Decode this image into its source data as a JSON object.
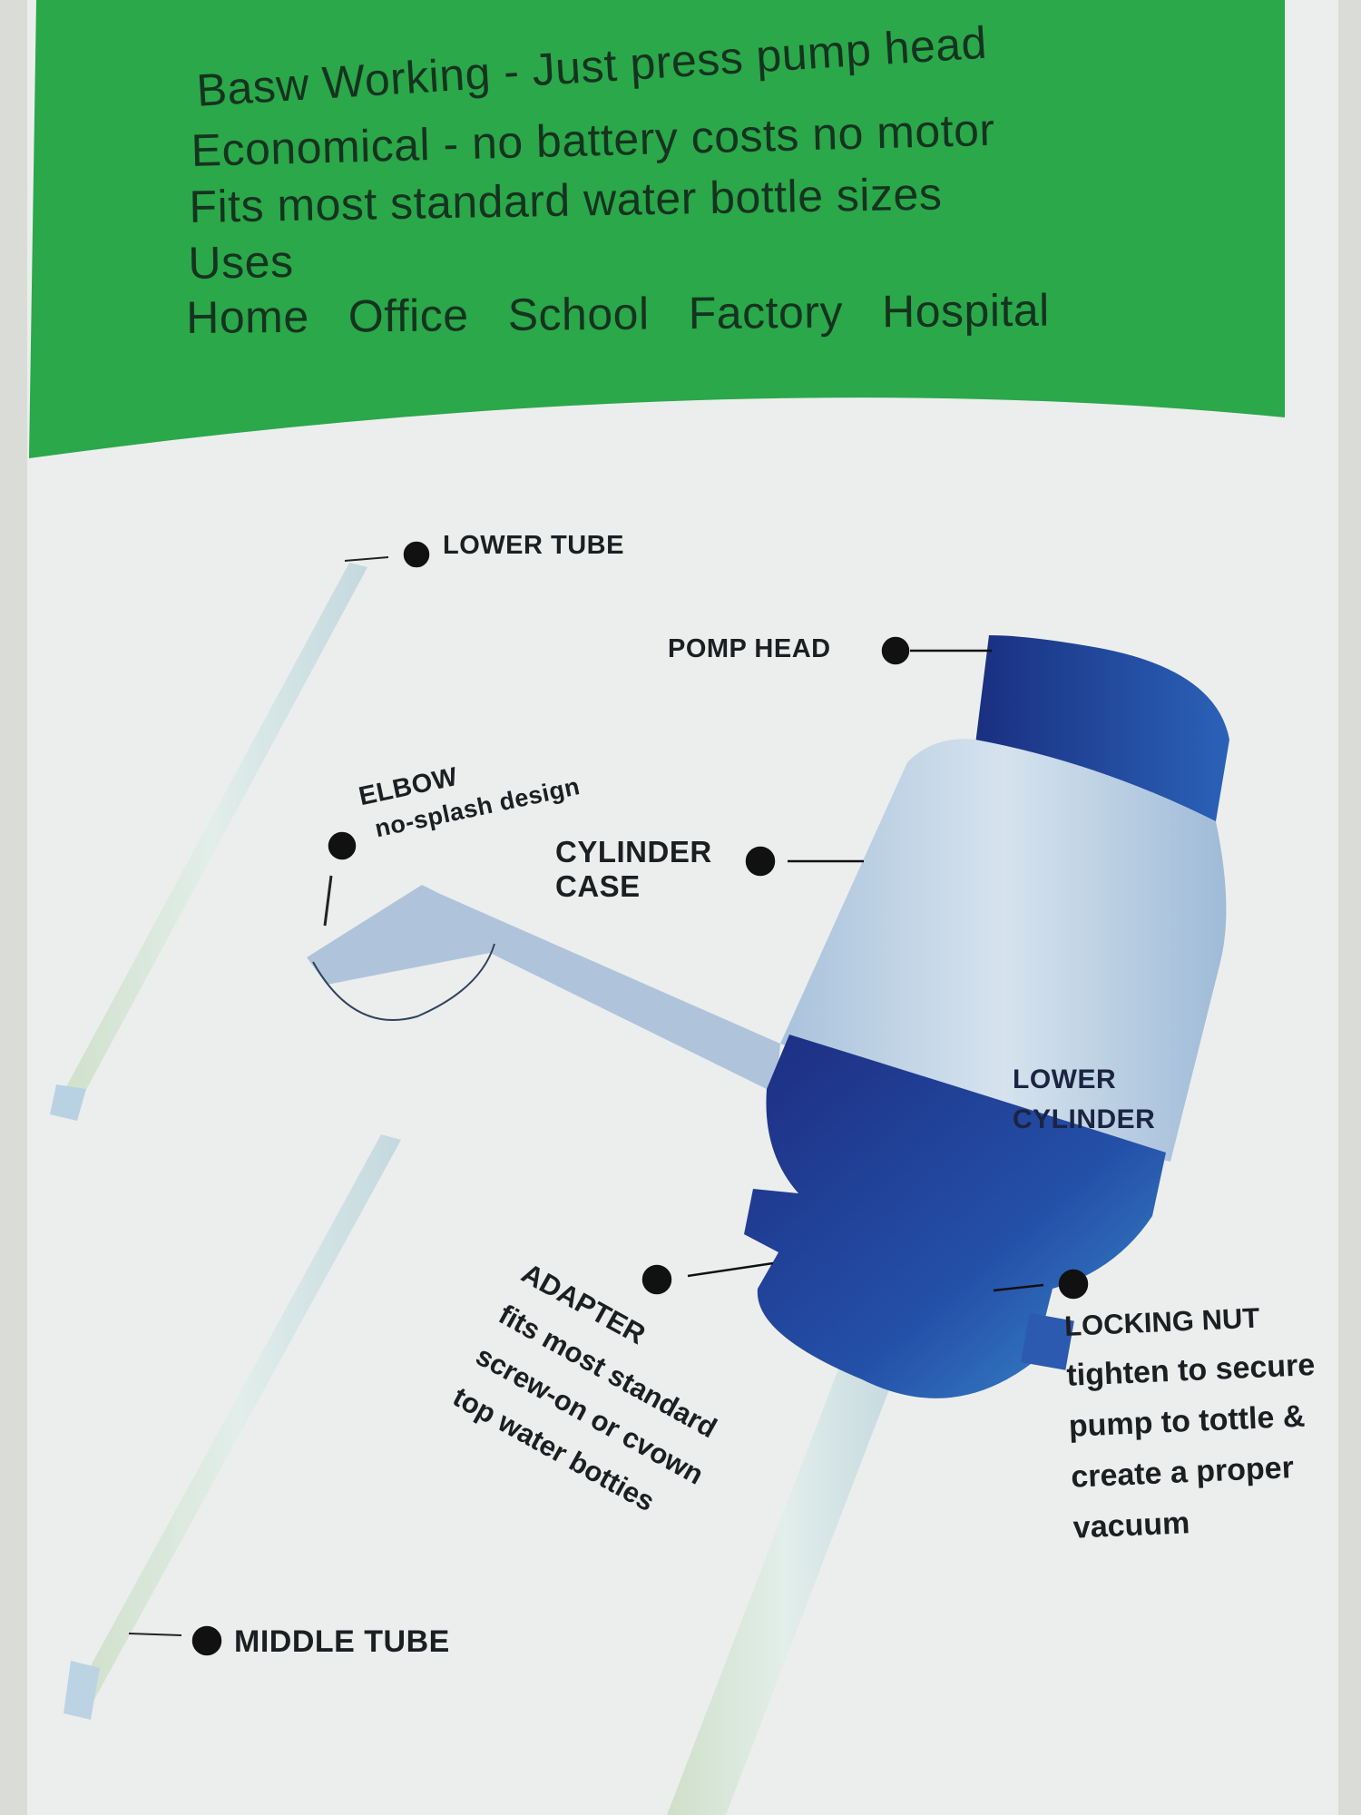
{
  "header": {
    "lines": [
      "Basw Working - Just press pump head",
      "Economical - no battery costs no motor",
      "Fits most standard water bottle sizes",
      "Uses"
    ],
    "uses": [
      "Home",
      "Office",
      "School",
      "Factory",
      "Hospital"
    ]
  },
  "labels": {
    "lower_tube": "LOWER TUBE",
    "pomp_head": "POMP HEAD",
    "elbow": "ELBOW",
    "elbow_desc": "no-splash design",
    "cylinder_case": [
      "CYLINDER",
      "CASE"
    ],
    "lower_cylinder": [
      "LOWER",
      "CYLINDER"
    ],
    "adapter": "ADAPTER",
    "adapter_desc": [
      "fits most standard",
      "screw-on or cvown",
      "top water botties"
    ],
    "locking_nut": "LOCKING NUT",
    "locking_nut_desc": [
      "tighten to secure",
      "pump to tottle &",
      "create  a proper",
      "vacuum"
    ],
    "middle_tube": "MIDDLE  TUBE"
  },
  "colors": {
    "green_band": "#2aa84a",
    "pump_dark_blue": "#1a3a8c",
    "pump_light": "#c5d6e6",
    "tube": "#d6e6e0"
  }
}
